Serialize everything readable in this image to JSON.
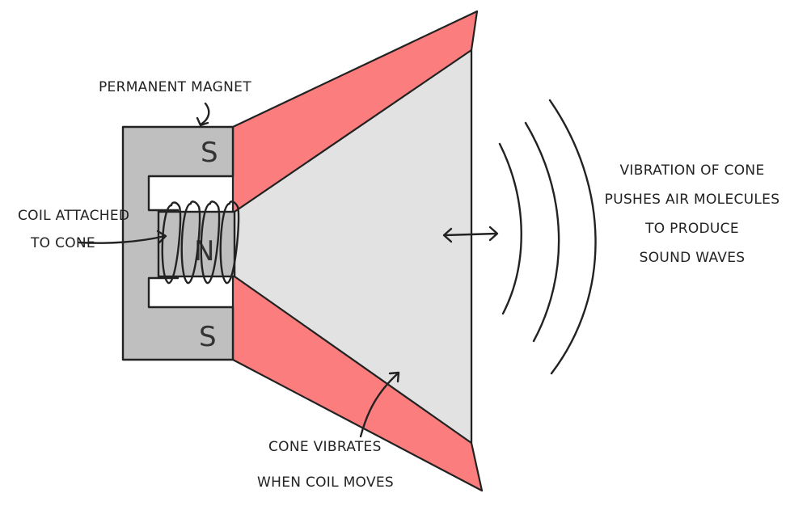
{
  "colors": {
    "cone_edge": "#fc7d7d",
    "cone_face": "#e2e2e2",
    "magnet": "#bfbfbf",
    "ink": "#222222",
    "background": "#ffffff"
  },
  "labels": {
    "permanent_magnet": "PERMANENT MAGNET",
    "coil_line1": "COIL ATTACHED",
    "coil_line2": "TO CONE",
    "cone_line1": "CONE VIBRATES",
    "cone_line2": "WHEN COIL MOVES",
    "vibration_line1": "VIBRATION OF CONE",
    "vibration_line2": "PUSHES AIR MOLECULES",
    "vibration_line3": "TO PRODUCE",
    "vibration_line4": "SOUND WAVES"
  },
  "poles": {
    "top": "S",
    "center": "N",
    "bottom": "S"
  },
  "icons": {
    "motion_arrow": "double-headed-arrow-icon",
    "sound_waves": "sound-wave-arcs"
  }
}
